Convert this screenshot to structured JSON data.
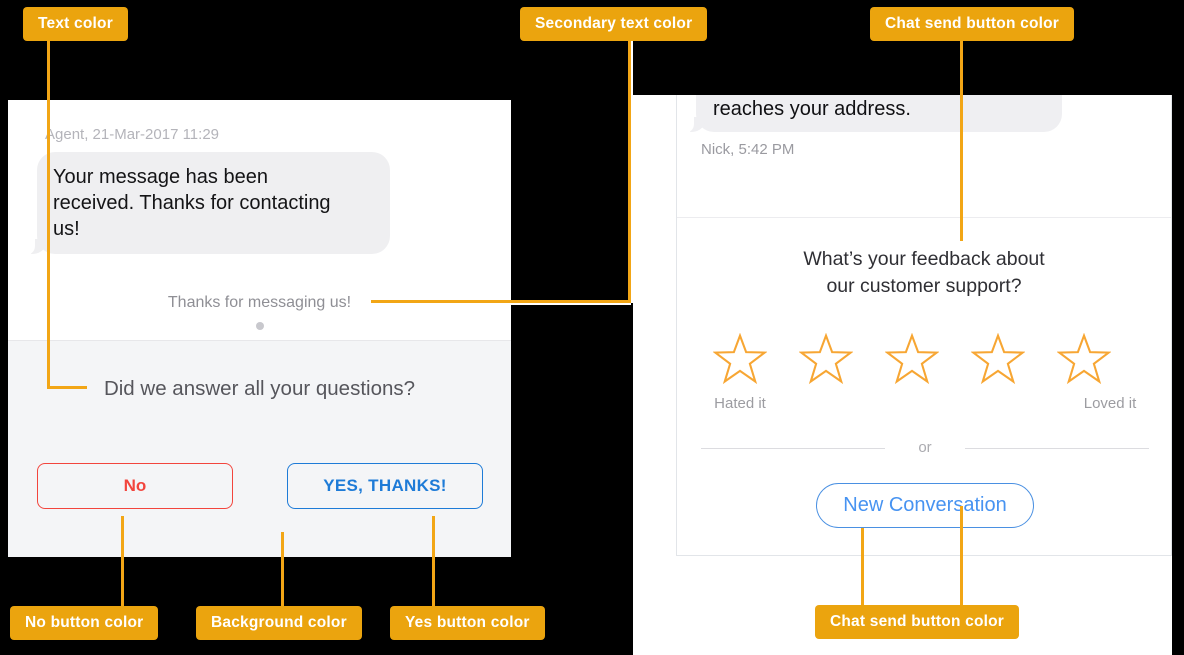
{
  "colors": {
    "annotation_badge": "#EBA40E",
    "connector_line": "#F2A616",
    "star_outline": "#F7A633",
    "no_button": "#F2453D",
    "yes_button": "#1E7BD7",
    "new_conversation_button": "#4A90E2",
    "panel_background": "#F4F5F7",
    "bubble_background": "#EFEFF1",
    "canvas_background": "#000000"
  },
  "annotations": {
    "text_color": "Text color",
    "secondary_text_color": "Secondary text color",
    "chat_send_button_color_top": "Chat send button color",
    "no_button_color": "No button color",
    "background_color": "Background color",
    "yes_button_color": "Yes button color",
    "chat_send_button_color_bottom": "Chat send button color"
  },
  "left_chat": {
    "meta": "Agent, 21-Mar-2017 11:29",
    "message_lines": [
      "Your message has been",
      "received. Thanks for contacting",
      "us!"
    ],
    "secondary_text": "Thanks for messaging us!",
    "question": "Did we answer all your questions?",
    "no_label": "No",
    "yes_label": "YES, THANKS!"
  },
  "right_chat": {
    "message": "reaches your address.",
    "meta": "Nick, 5:42 PM",
    "feedback_lines": [
      "What’s your feedback about",
      "our customer support?"
    ],
    "star_count": 5,
    "rating_low": "Hated it",
    "rating_high": "Loved it",
    "divider": "or",
    "new_conversation_label": "New Conversation"
  }
}
